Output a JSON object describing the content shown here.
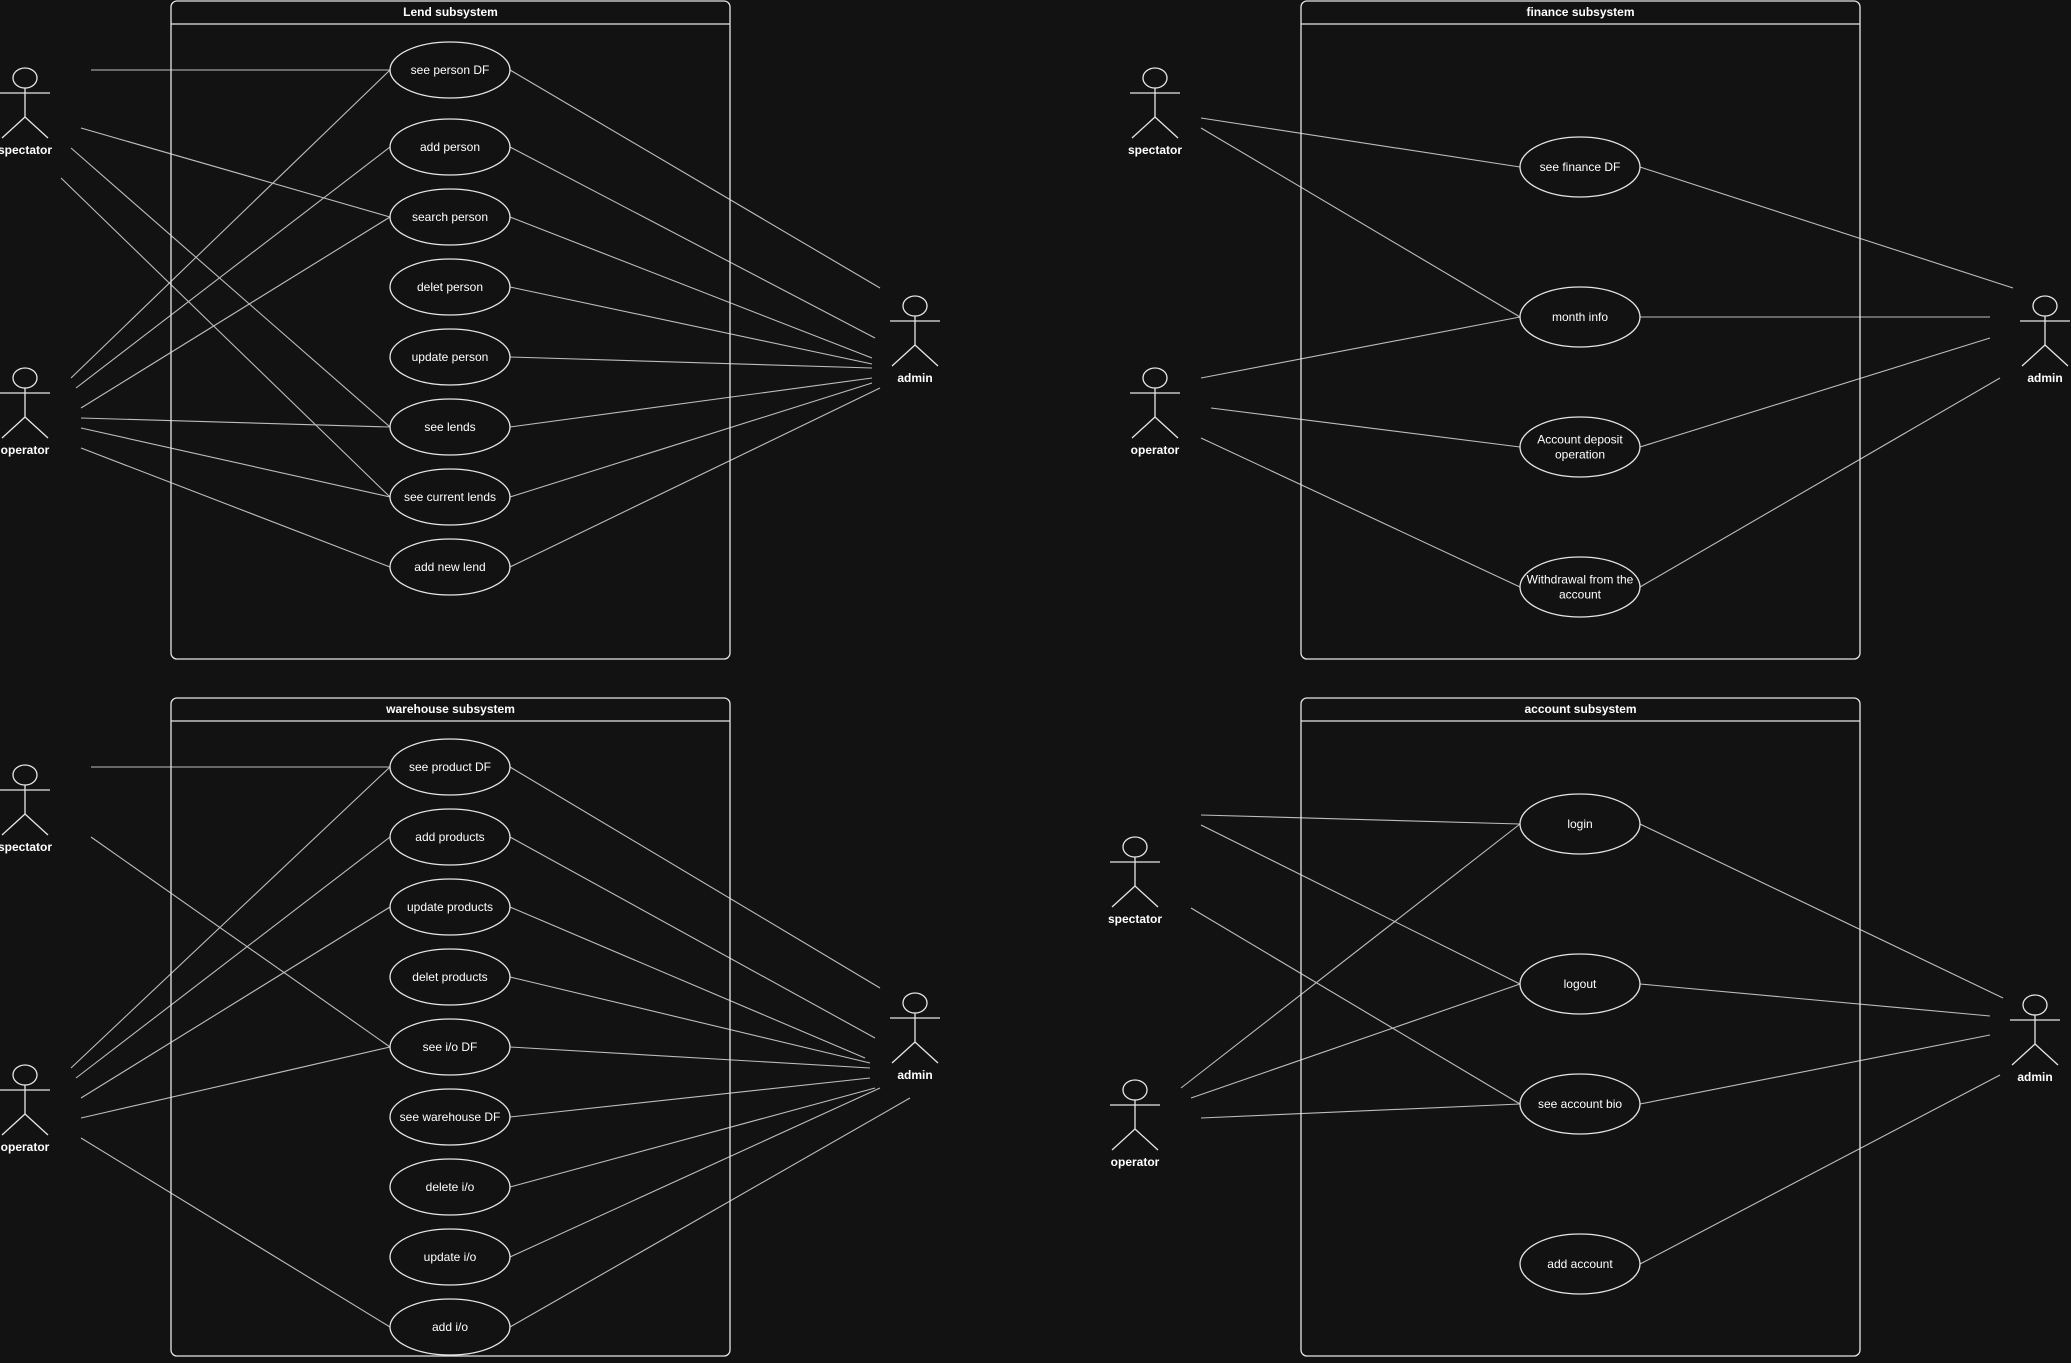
{
  "colors": {
    "background": "#121212",
    "stroke": "#e6e6e6",
    "line": "#bdbdbd",
    "text": "#ffffff"
  },
  "diagrams": [
    {
      "title": "Lend subsystem",
      "actors": [
        "spectator",
        "operator",
        "admin"
      ],
      "use_cases": [
        [
          "see person DF"
        ],
        [
          "add person"
        ],
        [
          "search person"
        ],
        [
          "delet person"
        ],
        [
          "update person"
        ],
        [
          "see lends"
        ],
        [
          "see current lends"
        ],
        [
          "add new lend"
        ]
      ],
      "associations": [
        [
          "spectator",
          0
        ],
        [
          "spectator",
          2
        ],
        [
          "spectator",
          5
        ],
        [
          "spectator",
          6
        ],
        [
          "operator",
          0
        ],
        [
          "operator",
          1
        ],
        [
          "operator",
          2
        ],
        [
          "operator",
          5
        ],
        [
          "operator",
          6
        ],
        [
          "operator",
          7
        ],
        [
          "admin",
          0
        ],
        [
          "admin",
          1
        ],
        [
          "admin",
          2
        ],
        [
          "admin",
          3
        ],
        [
          "admin",
          4
        ],
        [
          "admin",
          5
        ],
        [
          "admin",
          6
        ],
        [
          "admin",
          7
        ]
      ]
    },
    {
      "title": "finance subsystem",
      "actors": [
        "spectator",
        "operator",
        "admin"
      ],
      "use_cases": [
        [
          "see finance DF"
        ],
        [
          "month info"
        ],
        [
          "Account deposit",
          "operation"
        ],
        [
          "Withdrawal from the",
          "account"
        ]
      ],
      "associations": [
        [
          "spectator",
          0
        ],
        [
          "spectator",
          1
        ],
        [
          "operator",
          1
        ],
        [
          "operator",
          2
        ],
        [
          "operator",
          3
        ],
        [
          "admin",
          0
        ],
        [
          "admin",
          1
        ],
        [
          "admin",
          2
        ],
        [
          "admin",
          3
        ]
      ]
    },
    {
      "title": "warehouse subsystem",
      "actors": [
        "spectator",
        "operator",
        "admin"
      ],
      "use_cases": [
        [
          "see product DF"
        ],
        [
          "add products"
        ],
        [
          "update products"
        ],
        [
          "delet products"
        ],
        [
          "see i/o DF"
        ],
        [
          "see warehouse DF"
        ],
        [
          "delete i/o"
        ],
        [
          "update i/o"
        ],
        [
          "add i/o"
        ]
      ],
      "associations": [
        [
          "spectator",
          0
        ],
        [
          "spectator",
          4
        ],
        [
          "operator",
          0
        ],
        [
          "operator",
          1
        ],
        [
          "operator",
          2
        ],
        [
          "operator",
          4
        ],
        [
          "operator",
          8
        ],
        [
          "admin",
          0
        ],
        [
          "admin",
          1
        ],
        [
          "admin",
          2
        ],
        [
          "admin",
          3
        ],
        [
          "admin",
          4
        ],
        [
          "admin",
          5
        ],
        [
          "admin",
          6
        ],
        [
          "admin",
          7
        ],
        [
          "admin",
          8
        ]
      ]
    },
    {
      "title": "account subsystem",
      "actors": [
        "spectator",
        "operator",
        "admin"
      ],
      "use_cases": [
        [
          "login"
        ],
        [
          "logout"
        ],
        [
          "see account bio"
        ],
        [
          "add account"
        ]
      ],
      "associations": [
        [
          "spectator",
          0
        ],
        [
          "spectator",
          1
        ],
        [
          "spectator",
          2
        ],
        [
          "operator",
          0
        ],
        [
          "operator",
          1
        ],
        [
          "operator",
          2
        ],
        [
          "admin",
          0
        ],
        [
          "admin",
          1
        ],
        [
          "admin",
          2
        ],
        [
          "admin",
          3
        ]
      ]
    }
  ]
}
